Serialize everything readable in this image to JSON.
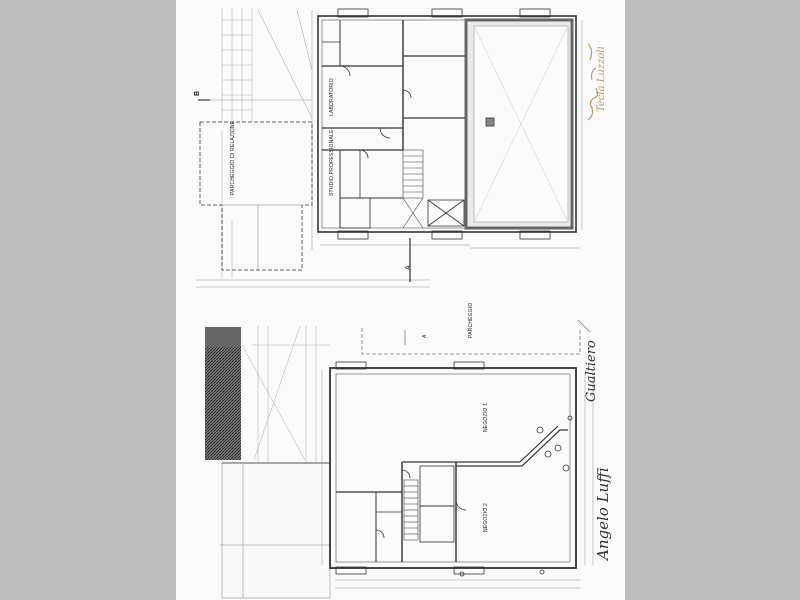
{
  "upper_plan": {
    "section_marker_b": "B",
    "section_marker_a": "A",
    "rooms": {
      "parcheggio": "PARCHEGGIO DI RELAZIONE",
      "laboratorio": "LABORATORIO",
      "studio": "STUDIO PROFESSIONALE"
    },
    "handwriting": "Tecla Luzzoli"
  },
  "lower_plan": {
    "section_marker_a": "A",
    "rooms": {
      "negozio_1": "NEGOZIO 1",
      "negozio_2": "NEGOZIO 2"
    },
    "top_label": "PARCHEGGIO",
    "handwriting_1": "Gualtiero",
    "handwriting_2": "Angelo Luffi"
  },
  "colors": {
    "background_band": "#bdbdbd",
    "sheet": "#fbfbfb",
    "line": "#333333",
    "hatch": "#555555"
  }
}
